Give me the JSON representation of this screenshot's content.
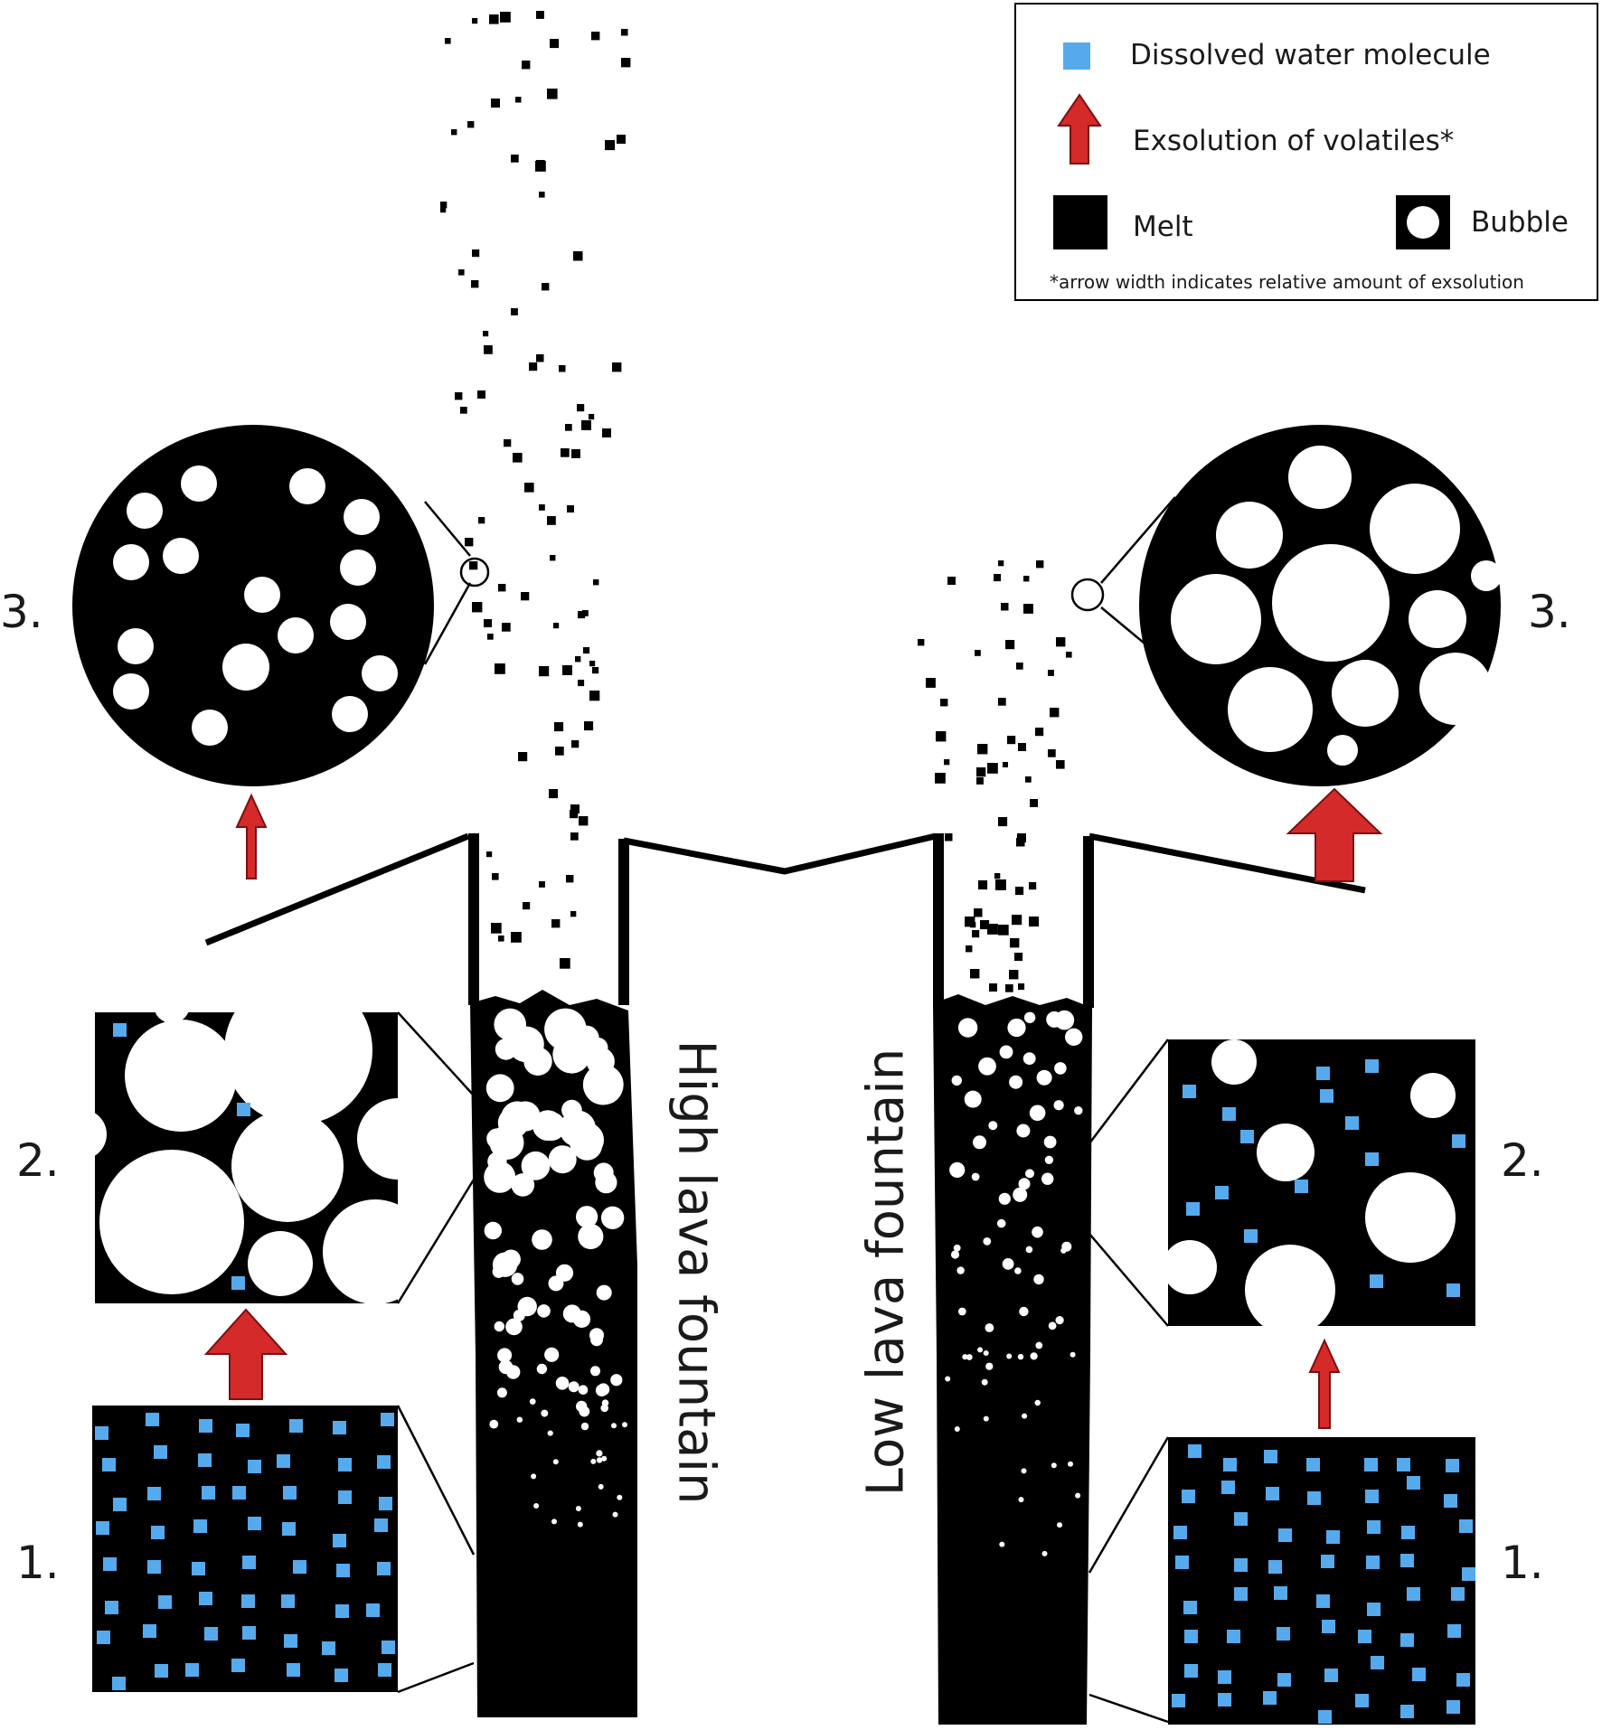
{
  "legend": {
    "water_label": "Dissolved water molecule",
    "exsolution_label": "Exsolution of volatiles*",
    "melt_label": "Melt",
    "bubble_label": "Bubble",
    "footnote": "*arrow width indicates relative amount of exsolution"
  },
  "stages": {
    "left": {
      "one": "1.",
      "two": "2.",
      "three": "3."
    },
    "right": {
      "one": "1.",
      "two": "2.",
      "three": "3."
    }
  },
  "fountains": {
    "left_label": "High lava fountain",
    "right_label": "Low lava fountain"
  },
  "colors": {
    "water": "#55aaee",
    "arrow": "#d42a2a",
    "arrow_outline": "#7a1010",
    "melt": "#000000",
    "bubble": "#ffffff"
  },
  "icons": {
    "water": "water-molecule-square-icon",
    "exsolution": "red-up-arrow-icon",
    "melt": "black-square-icon",
    "bubble": "white-circle-icon"
  }
}
